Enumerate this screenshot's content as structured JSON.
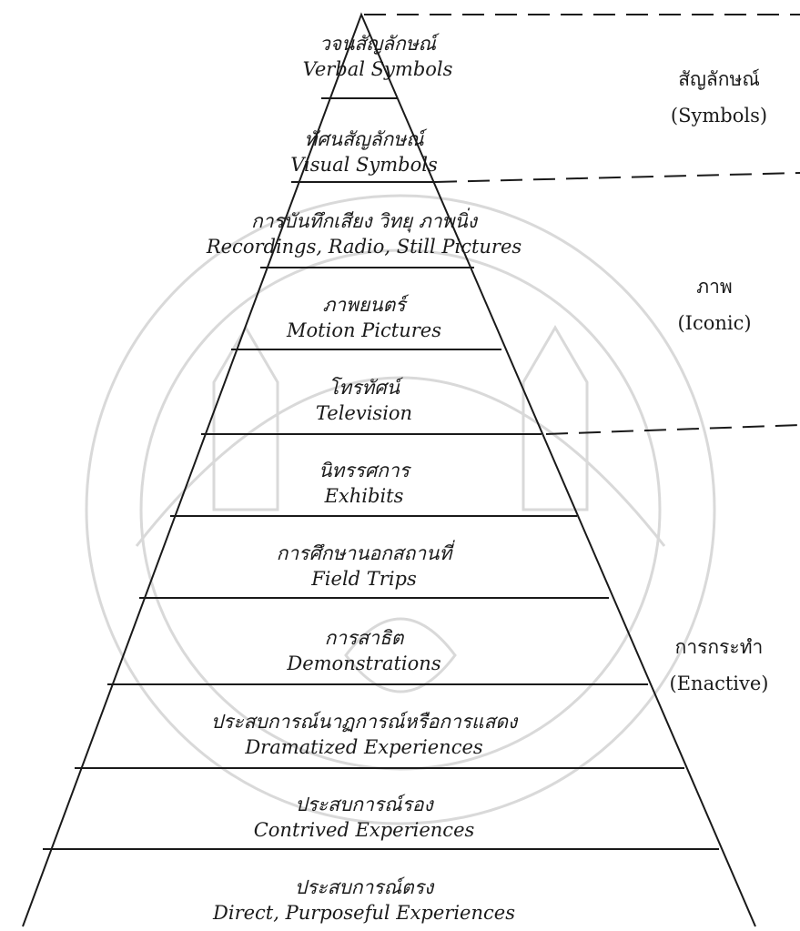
{
  "tiers": [
    {
      "thai": "วจนสัญลักษณ์",
      "english": "Verbal Symbols"
    },
    {
      "thai": "ทัศนสัญลักษณ์",
      "english": "Visual Symbols"
    },
    {
      "thai": "การบันทึกเสียง วิทยุ ภาพนิ่ง",
      "english": "Recordings, Radio, Still Pictures"
    },
    {
      "thai": "ภาพยนตร์",
      "english": "Motion Pictures"
    },
    {
      "thai": "โทรทัศน์",
      "english": "Television"
    },
    {
      "thai": "นิทรรศการ",
      "english": "Exhibits"
    },
    {
      "thai": "การศึกษานอกสถานที่",
      "english": "Field Trips"
    },
    {
      "thai": "การสาธิต",
      "english": "Demonstrations"
    },
    {
      "thai": "ประสบการณ์นาฏการณ์หรือการแสดง",
      "english": "Dramatized Experiences"
    },
    {
      "thai": "ประสบการณ์รอง",
      "english": "Contrived Experiences"
    },
    {
      "thai": "ประสบการณ์ตรง",
      "english": "Direct, Purposeful Experiences"
    }
  ],
  "groups": [
    {
      "thai": "สัญลักษณ์",
      "english": "(Symbols)"
    },
    {
      "thai": "ภาพ",
      "english": "(Iconic)"
    },
    {
      "thai": "การกระทำ",
      "english": "(Enactive)"
    }
  ],
  "colors": {
    "line": "#1a1a1a",
    "watermark": "#d9d9d9"
  }
}
